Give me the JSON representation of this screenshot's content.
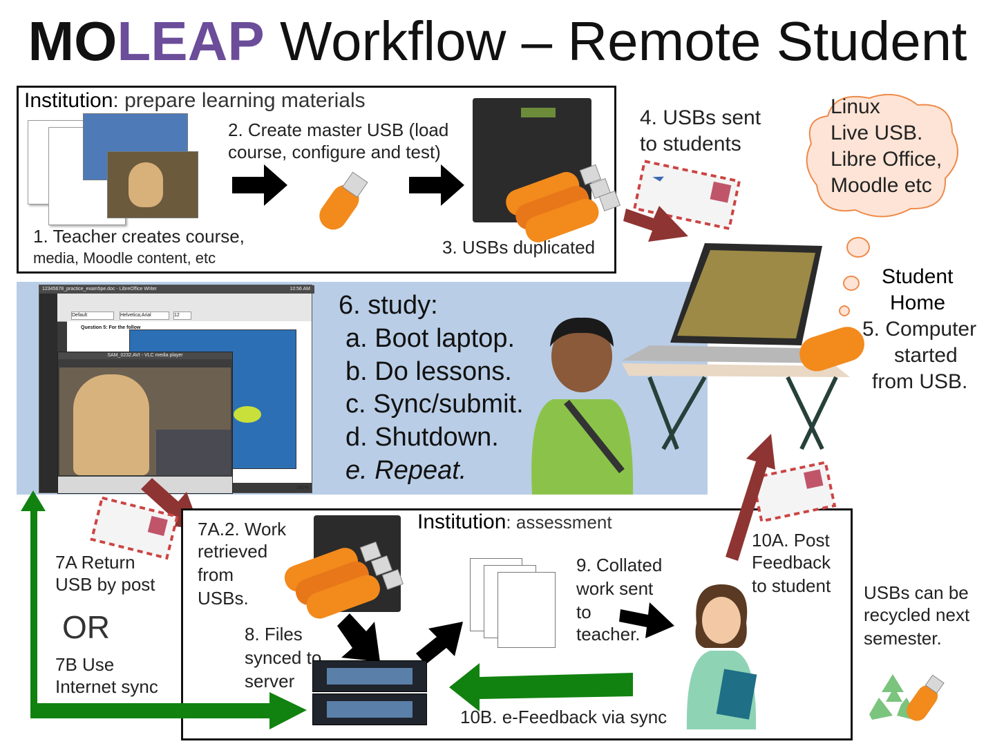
{
  "title": {
    "mo": "MO",
    "leap": "LEAP",
    "rest": " Workflow – Remote Student"
  },
  "colors": {
    "accent": "#6b4d9a",
    "band": "#b9cde6",
    "green_arrow": "#11820f",
    "red_arrow": "#8e3432",
    "usb_orange": "#f28a1c"
  },
  "prep_box": {
    "heading": "Institution",
    "subheading": ": prepare learning materials",
    "step1_line1": "1. Teacher creates course,",
    "step1_line2": "media, Moodle content, etc",
    "step2_line1": "2. Create master USB (load",
    "step2_line2": "course, configure and test)",
    "step3": "3. USBs duplicated"
  },
  "step4": {
    "line1": "4. USBs sent",
    "line2": "to students"
  },
  "cloud": {
    "lines": [
      "Linux",
      "Live USB.",
      "Libre Office,",
      "Moodle etc"
    ]
  },
  "student_home": {
    "line1": "Student",
    "line2": "Home",
    "step5_line1": "5. Computer",
    "step5_line2": "started",
    "step5_line3": "from USB."
  },
  "study": {
    "heading": "6. study:",
    "items": [
      "a. Boot laptop.",
      "b. Do lessons.",
      "c. Sync/submit.",
      "d. Shutdown.",
      "e. Repeat."
    ],
    "repeat_suffix": "."
  },
  "screen": {
    "writer_title": "12345678_practice_exam5pe.doc - LibreOffice Writer",
    "clock": "10:56 AM",
    "vlc_title": "SAM_0232.AVI - VLC media player",
    "question": "Question 5: For the follow",
    "style_box": "Default",
    "font_box": "Helvetica;Arial",
    "size_box": "12",
    "zoom": "162%"
  },
  "return_options": {
    "step7a_line1": "7A Return",
    "step7a_line2": "USB by post",
    "or": "OR",
    "step7b_line1": "7B Use",
    "step7b_line2": "Internet sync"
  },
  "assess_box": {
    "heading": "Institution",
    "subheading": ": assessment",
    "step7a2": [
      "7A.2. Work",
      "retrieved",
      "from",
      "USBs."
    ],
    "step8": [
      "8. Files",
      "synced to",
      "server"
    ],
    "step9": [
      "9. Collated",
      "work sent",
      "to",
      "teacher."
    ],
    "step10b": "10B. e-Feedback via sync"
  },
  "step10a": [
    "10A. Post",
    "Feedback",
    "to student"
  ],
  "recycle": [
    "USBs can be",
    "recycled next",
    "semester."
  ]
}
